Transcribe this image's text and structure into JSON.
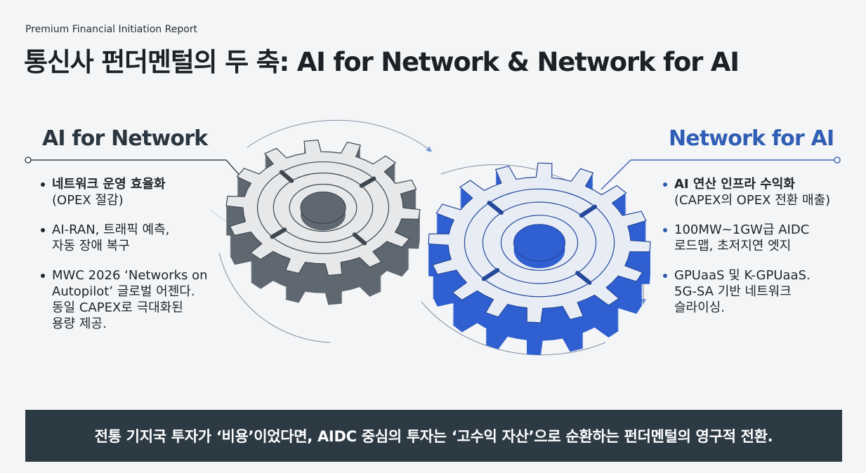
{
  "header": {
    "eyebrow": "Premium Financial Initiation Report",
    "title": "통신사 펀더멘털의 두 축: AI for Network & Network for AI"
  },
  "left_panel": {
    "title": "AI for Network",
    "points": [
      {
        "strong": "네트워크 운영 효율화",
        "lines": [
          "(OPEX 절감)"
        ]
      },
      {
        "strong": "",
        "lines": [
          "AI-RAN, 트래픽 예측,",
          "자동 장애 복구"
        ]
      },
      {
        "strong": "",
        "lines": [
          "MWC 2026 ‘Networks on",
          "Autopilot’ 글로벌 어젠다.",
          "동일 CAPEX로 극대화된",
          "용량 제공."
        ]
      }
    ]
  },
  "right_panel": {
    "title": "Network for AI",
    "points": [
      {
        "strong": "AI 연산 인프라 수익화",
        "lines": [
          "(CAPEX의 OPEX 전환 매출)"
        ]
      },
      {
        "strong": "",
        "lines": [
          "100MW~1GW급 AIDC",
          "로드맵, 초저지연 엣지"
        ]
      },
      {
        "strong": "",
        "lines": [
          "GPUaaS 및 K-GPUaaS.",
          "5G-SA 기반 네트워크",
          "슬라이싱."
        ]
      }
    ]
  },
  "banner": {
    "text": "전통 기지국 투자가 ‘비용’이었다면, AIDC 중심의 투자는 ‘고수익 자산’으로 순환하는 펀더멘털의 영구적 전환."
  },
  "colors": {
    "left_gear_face": "#e6e8ea",
    "left_gear_side": "#5f6770",
    "right_gear_face": "#e8edf5",
    "right_gear_side": "#2f5fd0",
    "accent_blue": "#2f5eb4",
    "banner_bg": "#2c3a44"
  },
  "icons": [
    "gray-gear-icon",
    "blue-gear-icon",
    "rotation-arrow-icon"
  ]
}
